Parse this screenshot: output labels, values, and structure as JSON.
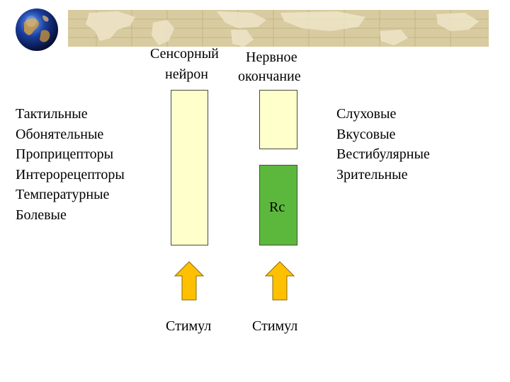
{
  "header": {
    "globe_icon": "globe-icon",
    "banner": "world-map-banner"
  },
  "labels": {
    "sensory_neuron_line1": "Сенсорный",
    "sensory_neuron_line2": "нейрон",
    "nerve_ending_line1": "Нервное",
    "nerve_ending_line2": "окончание",
    "receptor": "Rc",
    "stimulus_left": "Стимул",
    "stimulus_right": "Стимул"
  },
  "left_list": [
    "Тактильные",
    "Обонятельные",
    "Проприцепторы",
    "Интерорецепторы",
    "Температурные",
    "Болевые"
  ],
  "right_list": [
    "Слуховые",
    "Вкусовые",
    "Вестибулярные",
    "Зрительные"
  ],
  "colors": {
    "neuron_fill": "#ffffcc",
    "receptor_fill": "#5cb83c",
    "arrow_fill": "#ffc000",
    "banner_fill": "#d8cba0"
  }
}
